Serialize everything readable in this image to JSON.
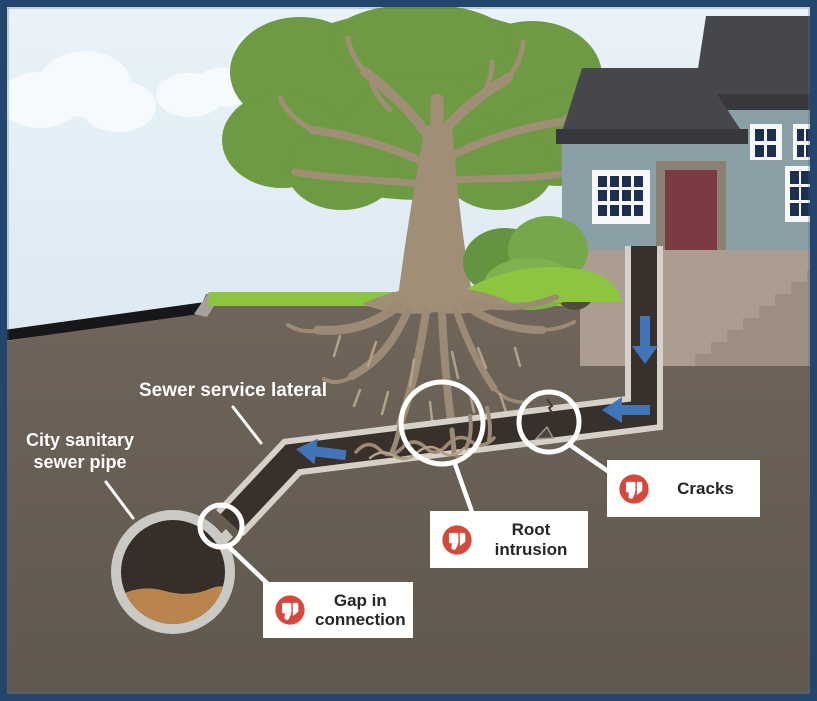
{
  "labels": {
    "sewer_service_lateral": "Sewer service lateral",
    "city_sanitary_sewer_pipe": "City sanitary\nsewer pipe"
  },
  "callouts": [
    {
      "id": "gap-in-connection",
      "label": "Gap in connection",
      "icon": "thumbs-down-icon"
    },
    {
      "id": "root-intrusion",
      "label": "Root intrusion",
      "icon": "thumbs-down-icon"
    },
    {
      "id": "cracks",
      "label": "Cracks",
      "icon": "thumbs-down-icon"
    }
  ],
  "colors": {
    "border_navy": "#24466e",
    "sky_top": "#e9f2f8",
    "sky_bottom": "#cfe0ee",
    "cloud_white": "#f8fbfd",
    "grass_green": "#8cc63e",
    "tree_green": "#6d9a43",
    "wood_taupe": "#a18e77",
    "root_taupe": "#9c8a74",
    "ground_top": "#6f655a",
    "ground_bottom": "#60574d",
    "street_black": "#17171a",
    "house_wall": "#8ba0a6",
    "roof_dark": "#45474a",
    "roof_eave": "#36383b",
    "door_maroon": "#7c3a43",
    "window_pane_navy": "#1c2f4e",
    "foundation_tan": "#ab9e90",
    "pipe_interior": "#38312b",
    "pipe_lining": "#d6d1c8",
    "sewage_tan": "#b9854d",
    "arrow_blue": "#4274b8",
    "defect_red": "#d5493d",
    "callout_bg": "#fffffe",
    "callout_text": "#262626",
    "label_text": "#ffffff"
  }
}
